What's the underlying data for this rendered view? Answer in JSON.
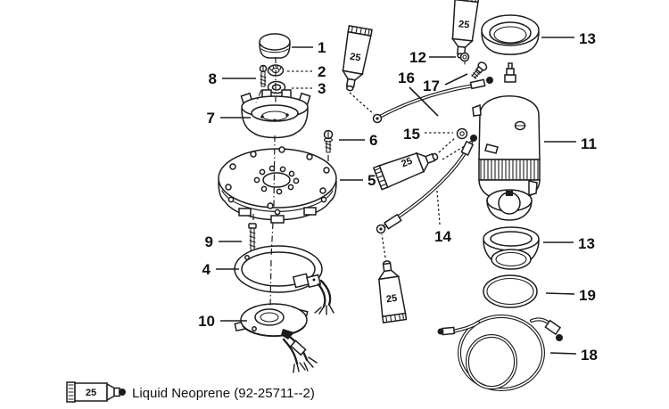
{
  "figure": {
    "type": "exploded-parts-diagram",
    "background": "#ffffff",
    "ink_color": "#1c1c1c",
    "callouts": {
      "c1": "1",
      "c2": "2",
      "c3": "3",
      "c4": "4",
      "c5": "5",
      "c6": "6",
      "c7": "7",
      "c8": "8",
      "c9": "9",
      "c10": "10",
      "c11": "11",
      "c12": "12",
      "c13_top": "13",
      "c13_mid": "13",
      "c14": "14",
      "c15": "15",
      "c16": "16",
      "c17": "17",
      "c18": "18",
      "c19": "19"
    },
    "sealant_tubes": {
      "label": "25"
    },
    "legend": {
      "tube_label": "25",
      "text": "Liquid Neoprene (92-25711--2)"
    }
  }
}
